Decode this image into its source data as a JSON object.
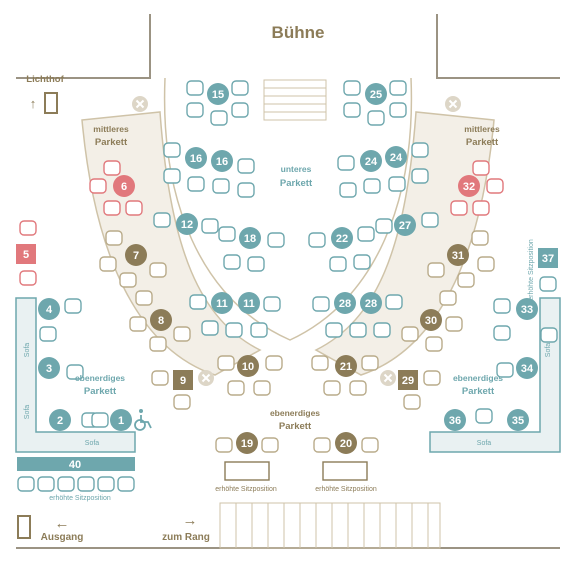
{
  "stage": "Bühne",
  "labels": {
    "lichthof": "Lichthof",
    "mittleres_left": [
      "mittleres",
      "Parkett"
    ],
    "mittleres_right": [
      "mittleres",
      "Parkett"
    ],
    "unteres": [
      "unteres",
      "Parkett"
    ],
    "ebenerdig_left": [
      "ebenerdiges",
      "Parkett"
    ],
    "ebenerdig_right": [
      "ebenerdiges",
      "Parkett"
    ],
    "ebenerdig_center": [
      "ebenerdiges",
      "Parkett"
    ],
    "sofa": "Sofa",
    "erhoehte": "erhöhte Sitzposition",
    "ausgang": "Ausgang",
    "zum_rang": "zum Rang",
    "arrow_left": "←",
    "arrow_right": "→",
    "arrow_up": "↑"
  },
  "colors": {
    "teal": "#6ea7ad",
    "olive": "#8c7c58",
    "red": "#e1787c",
    "outline": "#b9ab8a",
    "floor": "#f3efe7",
    "wall": "#9b9383"
  },
  "tables": [
    {
      "n": "15",
      "color": "teal"
    },
    {
      "n": "25",
      "color": "teal"
    },
    {
      "n": "16",
      "color": "teal"
    },
    {
      "n": "16",
      "color": "teal"
    },
    {
      "n": "24",
      "color": "teal"
    },
    {
      "n": "24",
      "color": "teal"
    },
    {
      "n": "6",
      "color": "red"
    },
    {
      "n": "32",
      "color": "red"
    },
    {
      "n": "12",
      "color": "teal"
    },
    {
      "n": "18",
      "color": "teal"
    },
    {
      "n": "22",
      "color": "teal"
    },
    {
      "n": "27",
      "color": "teal"
    },
    {
      "n": "7",
      "color": "olive"
    },
    {
      "n": "31",
      "color": "olive"
    },
    {
      "n": "5",
      "color": "red"
    },
    {
      "n": "37",
      "color": "teal"
    },
    {
      "n": "11",
      "color": "teal"
    },
    {
      "n": "11",
      "color": "teal"
    },
    {
      "n": "28",
      "color": "teal"
    },
    {
      "n": "28",
      "color": "teal"
    },
    {
      "n": "8",
      "color": "olive"
    },
    {
      "n": "30",
      "color": "olive"
    },
    {
      "n": "4",
      "color": "teal"
    },
    {
      "n": "33",
      "color": "teal"
    },
    {
      "n": "10",
      "color": "olive"
    },
    {
      "n": "21",
      "color": "olive"
    },
    {
      "n": "9",
      "color": "olive"
    },
    {
      "n": "29",
      "color": "olive"
    },
    {
      "n": "3",
      "color": "teal"
    },
    {
      "n": "34",
      "color": "teal"
    },
    {
      "n": "2",
      "color": "teal"
    },
    {
      "n": "1",
      "color": "teal"
    },
    {
      "n": "36",
      "color": "teal"
    },
    {
      "n": "35",
      "color": "teal"
    },
    {
      "n": "19",
      "color": "olive"
    },
    {
      "n": "20",
      "color": "olive"
    },
    {
      "n": "40",
      "color": "teal"
    }
  ]
}
